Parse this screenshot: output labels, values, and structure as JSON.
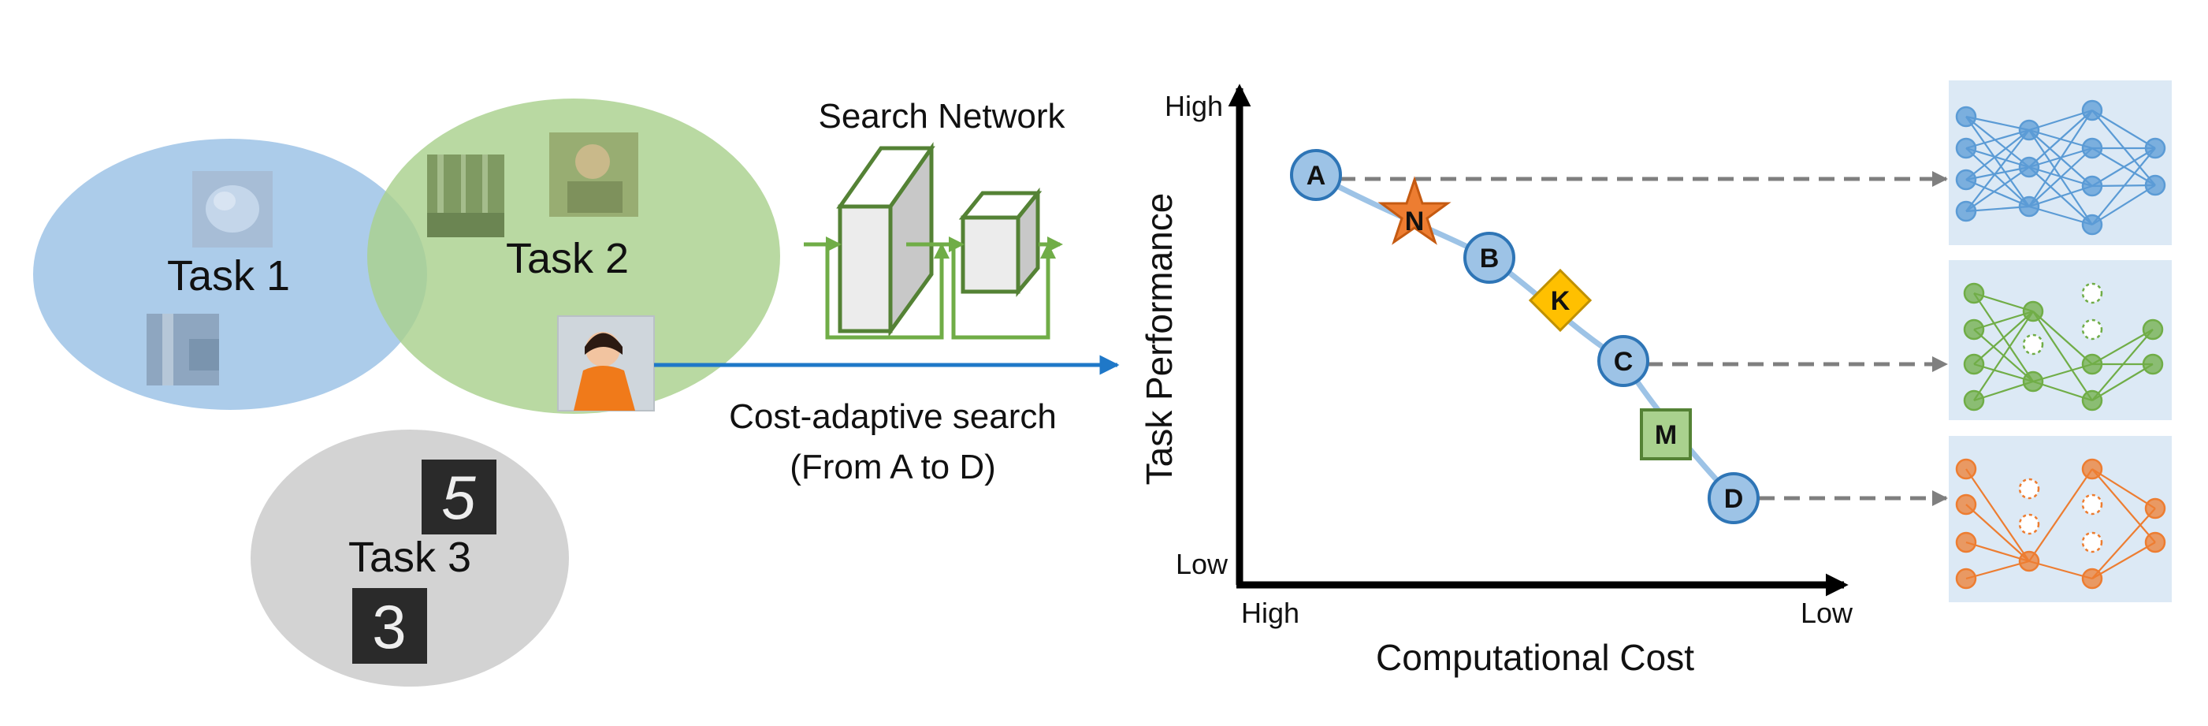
{
  "tasks": {
    "task1": "Task 1",
    "task2": "Task 2",
    "task3": "Task 3",
    "mnist_digit_top": "5",
    "mnist_digit_bottom": "3"
  },
  "search": {
    "network_label": "Search Network",
    "arrow_label_line1": "Cost-adaptive search",
    "arrow_label_line2": "(From A to D)"
  },
  "plot": {
    "ylabel": "Task Performance",
    "xlabel": "Computational Cost",
    "y_high": "High",
    "y_low": "Low",
    "x_high": "High",
    "x_low": "Low",
    "points": [
      {
        "label": "A",
        "shape": "circle"
      },
      {
        "label": "N",
        "shape": "star"
      },
      {
        "label": "B",
        "shape": "circle"
      },
      {
        "label": "K",
        "shape": "diamond"
      },
      {
        "label": "C",
        "shape": "circle"
      },
      {
        "label": "M",
        "shape": "square"
      },
      {
        "label": "D",
        "shape": "circle"
      }
    ]
  },
  "colors": {
    "task1": "#9dc3e6",
    "task2": "#a9d18e",
    "task3": "#d0d0d0",
    "arrow_blue": "#1f78c8",
    "network_green": "#548235",
    "circle_fill": "#9dc3e6",
    "circle_stroke": "#2e75b6",
    "star_fill": "#ed7d31",
    "diamond_fill": "#ffc000",
    "square_fill": "#a9d18e",
    "panel_bg": "#dce9f5",
    "net_blue": "#5b9bd5",
    "net_green": "#70ad47",
    "net_orange": "#ed7d31"
  }
}
